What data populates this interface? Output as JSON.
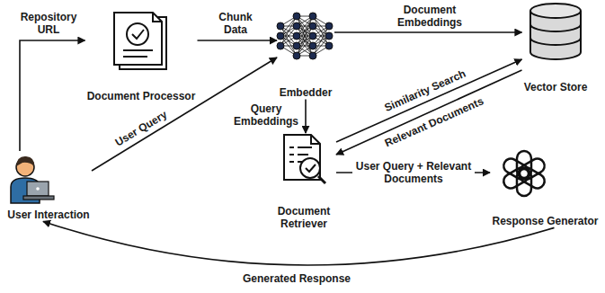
{
  "diagram": {
    "nodes": [
      {
        "text": [
          "Document Processor"
        ]
      },
      {
        "text": [
          "Embedder"
        ]
      },
      {
        "text": [
          "Vector Store"
        ]
      },
      {
        "text": [
          "User Interaction"
        ]
      },
      {
        "text": [
          "Document Retriever"
        ]
      },
      {
        "text": [
          "Response Generator"
        ]
      }
    ],
    "edges": [
      {
        "from": 3,
        "to": 0,
        "label": "Repository URL",
        "arrow": "to"
      },
      {
        "from": 0,
        "to": 1,
        "label": "Chunk Data",
        "arrow": "to"
      },
      {
        "from": 1,
        "to": 2,
        "label": "Document Embeddings",
        "arrow": "to"
      },
      {
        "from": 3,
        "to": 1,
        "label": "User Query",
        "arrow": "to"
      },
      {
        "from": 1,
        "to": 4,
        "label": "Query Embeddings",
        "arrow": "to"
      },
      {
        "from": 4,
        "to": 2,
        "label": "Similarity Search",
        "arrow": "to"
      },
      {
        "from": 2,
        "to": 4,
        "label": "Relevant Documents",
        "arrow": "to"
      },
      {
        "from": 4,
        "to": 5,
        "label": "User Query + Relevant Documents",
        "arrow": "to"
      },
      {
        "from": 5,
        "to": 3,
        "label": "Generated Response",
        "arrow": "to"
      }
    ]
  }
}
